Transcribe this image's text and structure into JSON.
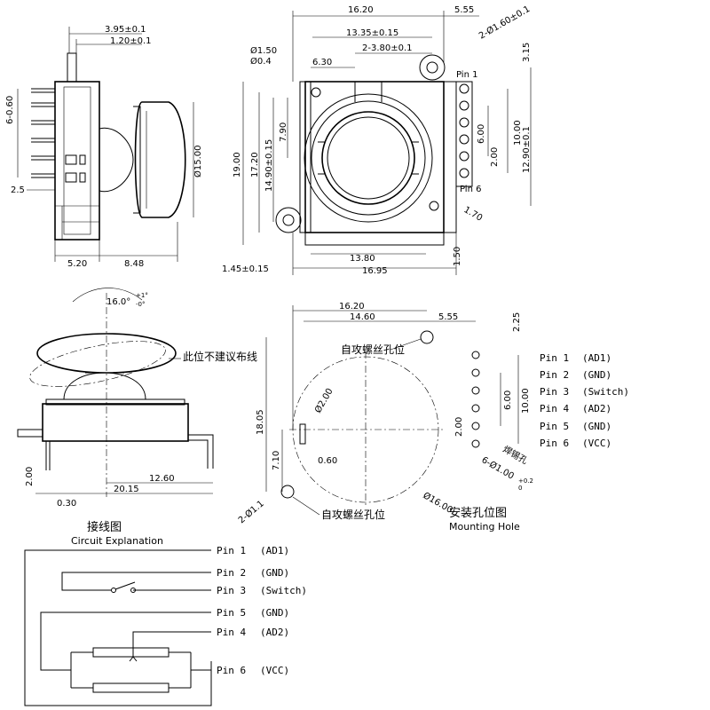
{
  "side_view": {
    "dims": [
      "3.95±0.1",
      "1.20±0.1",
      "6-0.60",
      "2.5",
      "5.20",
      "8.48",
      "Ø15.00"
    ]
  },
  "front_view": {
    "dims": [
      "16.20",
      "5.55",
      "2-Ø1.60±0.1",
      "13.35±0.15",
      "2-3.80±0.1",
      "Ø1.50",
      "6.30",
      "3.15",
      "6.00",
      "10.00",
      "12.90±0.1",
      "2.00",
      "19.00",
      "17.20",
      "14.90±0.15",
      "7.90",
      "1.70",
      "13.80",
      "1.50",
      "1.45±0.15",
      "16.95"
    ],
    "mini_label": "Ø0.4",
    "pin_first": "Pin 1",
    "pin_last": "Pin 6"
  },
  "tilt_view": {
    "angle": "16.0°",
    "angle_tol_top": "+1°",
    "angle_tol_bottom": "-0°",
    "note": "此位不建议布线",
    "dims": [
      "12.60",
      "20.15",
      "2.00",
      "0.30"
    ]
  },
  "mounting": {
    "dims": [
      "16.20",
      "14.60",
      "5.55",
      "2.25",
      "6.00",
      "10.00",
      "2.00",
      "18.05",
      "Ø2.00",
      "7.10",
      "0.60",
      "Ø16.00",
      "2-Ø1.1",
      "6-Ø1.00"
    ],
    "hole_tol_top": "+0.2",
    "hole_tol_bottom": "0",
    "screw_label": "自攻螺丝孔位",
    "solder_label": "焊锡孔",
    "title_cn": "安装孔位图",
    "title_en": "Mounting Hole",
    "pins": [
      {
        "name": "Pin 1",
        "signal": "(AD1)"
      },
      {
        "name": "Pin 2",
        "signal": "(GND)"
      },
      {
        "name": "Pin 3",
        "signal": "(Switch)"
      },
      {
        "name": "Pin 4",
        "signal": "(AD2)"
      },
      {
        "name": "Pin 5",
        "signal": "(GND)"
      },
      {
        "name": "Pin 6",
        "signal": "(VCC)"
      }
    ]
  },
  "circuit": {
    "title_cn": "接线图",
    "title_en": "Circuit Explanation",
    "pins": [
      {
        "name": "Pin 1",
        "signal": "(AD1)"
      },
      {
        "name": "Pin 2",
        "signal": "(GND)"
      },
      {
        "name": "Pin 3",
        "signal": "(Switch)"
      },
      {
        "name": "Pin 5",
        "signal": "(GND)"
      },
      {
        "name": "Pin 4",
        "signal": "(AD2)"
      },
      {
        "name": "Pin 6",
        "signal": "(VCC)"
      }
    ]
  }
}
